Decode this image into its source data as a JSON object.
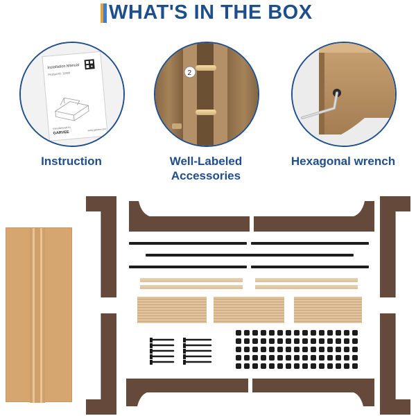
{
  "header": {
    "title": "WHAT'S IN THE BOX"
  },
  "items": [
    {
      "caption_line1": "Instruction",
      "caption_line2": ""
    },
    {
      "caption_line1": "Well-Labeled",
      "caption_line2": "Accessories"
    },
    {
      "caption_line1": "Hexagonal wrench",
      "caption_line2": ""
    }
  ],
  "manual": {
    "title": "Installation Manual",
    "product_line": "Product ID: 11990",
    "brand_small": "manufactured by",
    "brand": "GARVEE",
    "url": "www.garvee.com"
  },
  "accessory_label": "2",
  "colors": {
    "brand_blue": "#1f4e8c",
    "accent_orange": "#f0a02a",
    "accent_blue": "#3b7dd8"
  }
}
